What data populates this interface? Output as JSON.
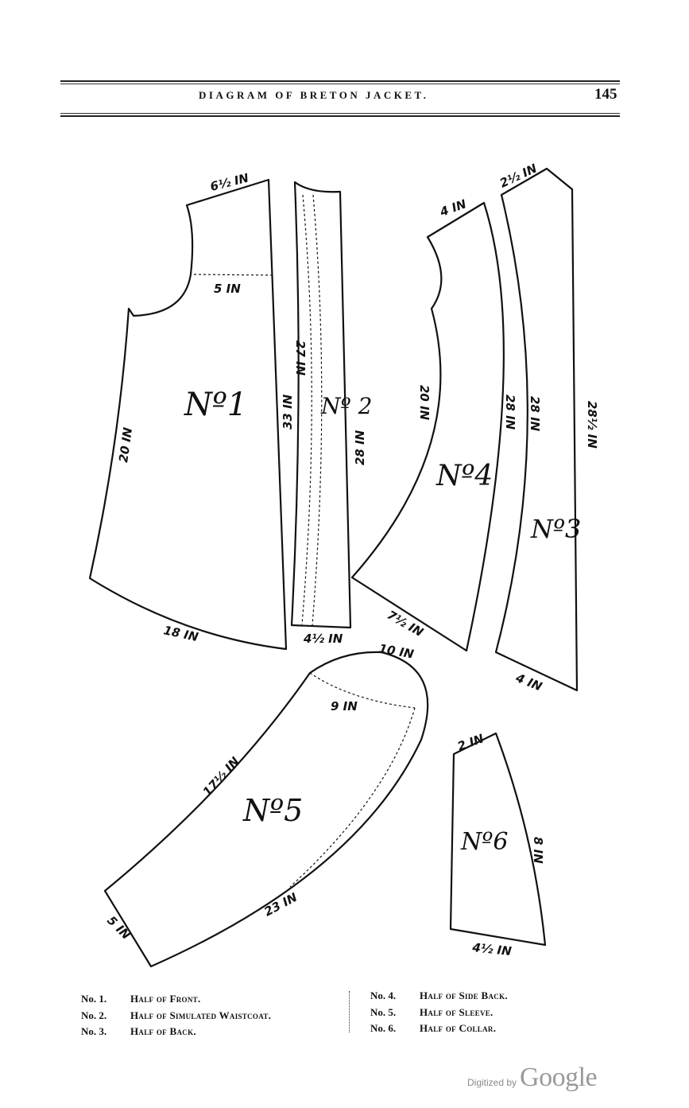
{
  "header": {
    "title": "DIAGRAM OF BRETON JACKET.",
    "page_number": "145"
  },
  "pieces": {
    "no1": {
      "label": "Nº1",
      "measurements": {
        "shoulder": "6½ IN",
        "across": "5 IN",
        "side": "20 IN",
        "front": "33 IN",
        "bottom": "18 IN"
      }
    },
    "no2": {
      "label": "Nº 2",
      "measurements": {
        "outer": "27 IN",
        "inner": "28 IN",
        "bottom": "4½ IN"
      }
    },
    "no3": {
      "label": "Nº3",
      "measurements": {
        "top": "2½ IN",
        "side": "28 IN",
        "back": "28½ IN",
        "bottom": "4 IN"
      }
    },
    "no4": {
      "label": "Nº4",
      "measurements": {
        "top": "4 IN",
        "front": "20 IN",
        "back": "28 IN",
        "bottom": "7½ IN"
      }
    },
    "no5": {
      "label": "Nº5",
      "measurements": {
        "top": "10 IN",
        "elbow": "9 IN",
        "outer": "17½ IN",
        "inner": "23 IN",
        "wrist": "5 IN"
      }
    },
    "no6": {
      "label": "Nº6",
      "measurements": {
        "top": "2 IN",
        "side": "8 IN",
        "bottom": "4½ IN"
      }
    }
  },
  "legend": {
    "left": [
      {
        "no": "No. 1.",
        "desc": "Half of Front."
      },
      {
        "no": "No. 2.",
        "desc": "Half of Simulated Waistcoat."
      },
      {
        "no": "No. 3.",
        "desc": "Half of Back."
      }
    ],
    "right": [
      {
        "no": "No. 4.",
        "desc": "Half of Side Back."
      },
      {
        "no": "No. 5.",
        "desc": "Half of Sleeve."
      },
      {
        "no": "No. 6.",
        "desc": "Half of Collar."
      }
    ]
  },
  "footer": {
    "digitized_by": "Digitized by",
    "google": "Google"
  }
}
